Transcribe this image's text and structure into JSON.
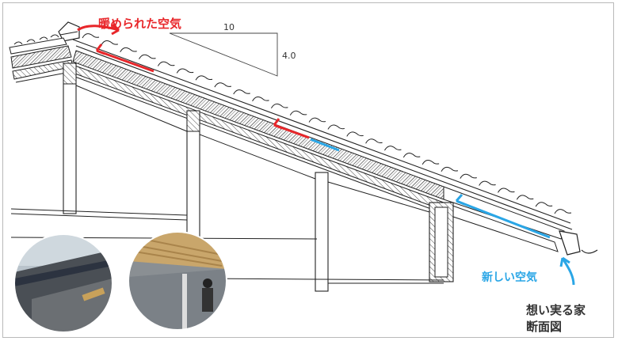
{
  "labels": {
    "warm_air": "暖められた空気",
    "fresh_air": "新しい空気",
    "caption_line1": "想い実る家",
    "caption_line2": "断面図"
  },
  "pitch": {
    "run": "10",
    "rise": "4.0"
  },
  "photos": [
    {
      "name": "roof-eave-photo",
      "description_icon": "photo-icon"
    },
    {
      "name": "ridge-underside-photo",
      "description_icon": "photo-icon"
    }
  ],
  "colors": {
    "warm_air": "#e8262a",
    "fresh_air": "#2aa6e6",
    "caption": "#333333",
    "line": "#222222"
  }
}
